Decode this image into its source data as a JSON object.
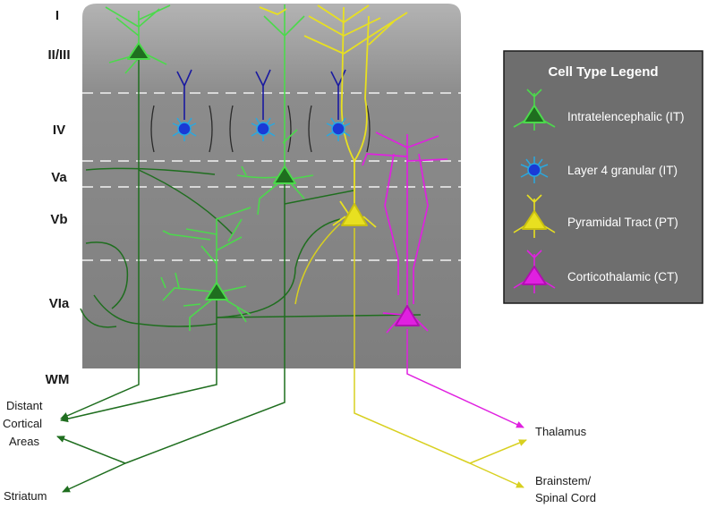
{
  "layers": [
    "I",
    "II/III",
    "IV",
    "Va",
    "Vb",
    "VIa",
    "WM"
  ],
  "targets": {
    "distant_cortical": [
      "Distant",
      "Cortical",
      "Areas"
    ],
    "striatum": "Striatum",
    "thalamus": "Thalamus",
    "brainstem": [
      "Brainstem/",
      "Spinal Cord"
    ]
  },
  "legend": {
    "title": "Cell Type Legend",
    "items": [
      {
        "label": "Intratelencephalic (IT)",
        "icon": "it-neuron-icon",
        "color": "#2f9b2f"
      },
      {
        "label": "Layer 4 granular (IT)",
        "icon": "granular-neuron-icon",
        "color": "#29a8e0"
      },
      {
        "label": "Pyramidal Tract (PT)",
        "icon": "pt-neuron-icon",
        "color": "#e8e020"
      },
      {
        "label": "Corticothalamic (CT)",
        "icon": "ct-neuron-icon",
        "color": "#e020e0"
      }
    ]
  },
  "colors": {
    "it_light": "#4cd94c",
    "it_dark": "#1f6e1f",
    "granular_dendrite": "#1a1aa0",
    "granular_body": "#1a3ad6",
    "pt": "#e8e020",
    "ct": "#e020e0",
    "cortex": "#8a8a8a",
    "legend_bg": "#6e6e6e"
  }
}
